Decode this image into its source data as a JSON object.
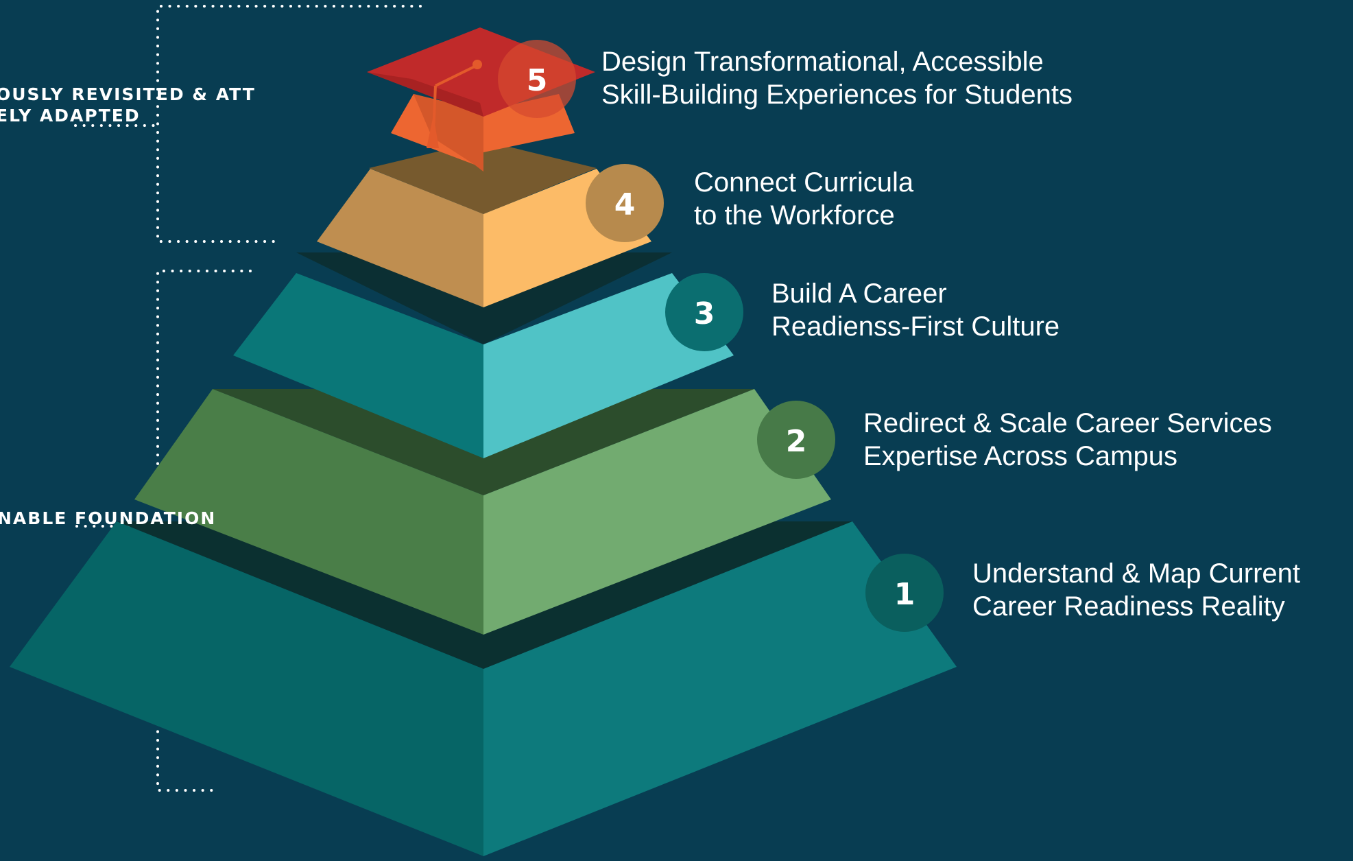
{
  "side_labels": {
    "upper": [
      "OUSLY REVISITED & ATT",
      "ELY ADAPTED"
    ],
    "lower": [
      "NABLE FOUNDATION"
    ]
  },
  "steps": [
    {
      "number": "1",
      "lines": [
        "Understand & Map Current",
        "Career Readiness Reality"
      ],
      "colors": {
        "left": "#066566",
        "right": "#0d7a7c",
        "top": "#0b3030",
        "badge": "#0a5f5e"
      }
    },
    {
      "number": "2",
      "lines": [
        "Redirect & Scale Career Services",
        "Expertise Across Campus"
      ],
      "colors": {
        "left": "#4a7e48",
        "right": "#72ab70",
        "top": "#2c4d2c",
        "badge": "#477a48"
      }
    },
    {
      "number": "3",
      "lines": [
        "Build A Career",
        "Readienss-First Culture"
      ],
      "colors": {
        "left": "#0a7778",
        "right": "#50c3c6",
        "top": "#0b2f33",
        "badge": "#0b6e70"
      }
    },
    {
      "number": "4",
      "lines": [
        "Connect Curricula",
        "to the Workforce"
      ],
      "colors": {
        "left": "#bf8e50",
        "right": "#fcbb67",
        "top": "#775a2e",
        "badge": "#b78a4d"
      }
    },
    {
      "number": "5",
      "lines": [
        "Design Transformational, Accessible",
        "Skill-Building Experiences for Students"
      ],
      "colors": {
        "cap": "#c02a2a",
        "cap_shadow": "#992020",
        "cap_under": "#ed6631",
        "tassel": "#e35a2b",
        "badge": "#d6492f"
      }
    }
  ],
  "colors": {
    "background": "#083d52",
    "bracket": "#ffffff",
    "text": "#ffffff"
  }
}
